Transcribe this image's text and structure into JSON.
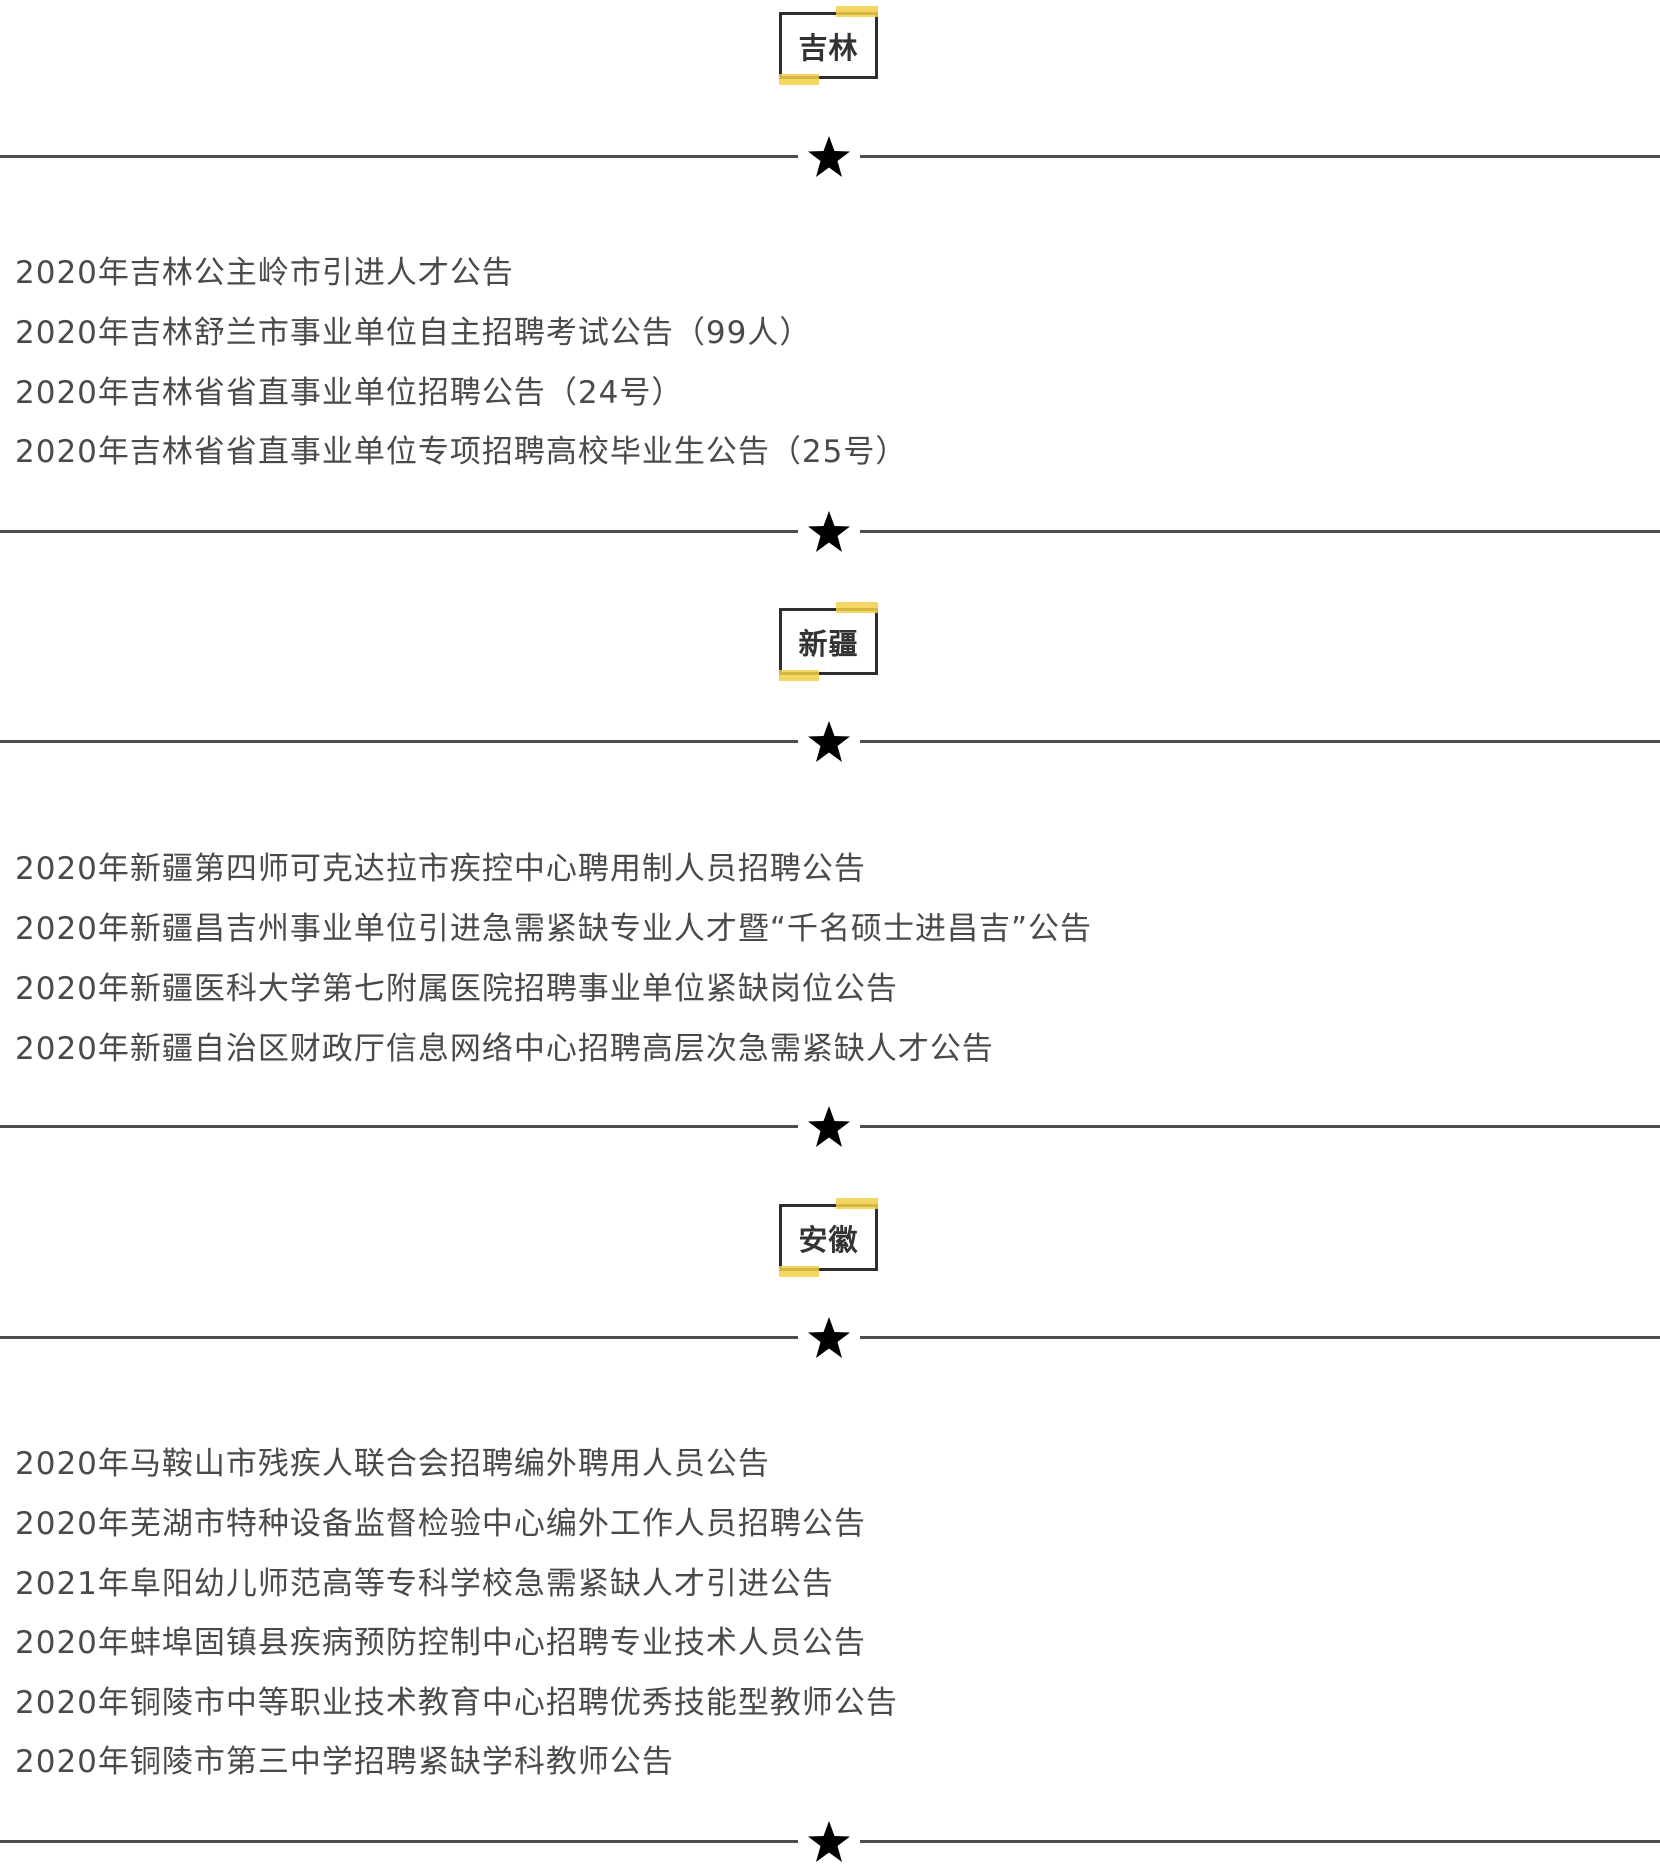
{
  "sections": [
    {
      "title": "吉林",
      "items": [
        "2020年吉林公主岭市引进人才公告",
        "2020年吉林舒兰市事业单位自主招聘考试公告（99人）",
        "2020年吉林省省直事业单位招聘公告（24号）",
        "2020年吉林省省直事业单位专项招聘高校毕业生公告（25号）"
      ]
    },
    {
      "title": "新疆",
      "items": [
        "2020年新疆第四师可克达拉市疾控中心聘用制人员招聘公告",
        "2020年新疆昌吉州事业单位引进急需紧缺专业人才暨“千名硕士进昌吉”公告",
        "2020年新疆医科大学第七附属医院招聘事业单位紧缺岗位公告",
        "2020年新疆自治区财政厅信息网络中心招聘高层次急需紧缺人才公告"
      ]
    },
    {
      "title": "安徽",
      "items": [
        "2020年马鞍山市残疾人联合会招聘编外聘用人员公告",
        "2020年芜湖市特种设备监督检验中心编外工作人员招聘公告",
        "2021年阜阳幼儿师范高等专科学校急需紧缺人才引进公告",
        "2020年蚌埠固镇县疾病预防控制中心招聘专业技术人员公告",
        "2020年铜陵市中等职业技术教育中心招聘优秀技能型教师公告",
        "2020年铜陵市第三中学招聘紧缺学科教师公告"
      ]
    }
  ],
  "divider_icon": "star-icon",
  "colors": {
    "highlight": "#f2cf48",
    "border": "#2e2e2e",
    "text": "#4a4a4a"
  }
}
